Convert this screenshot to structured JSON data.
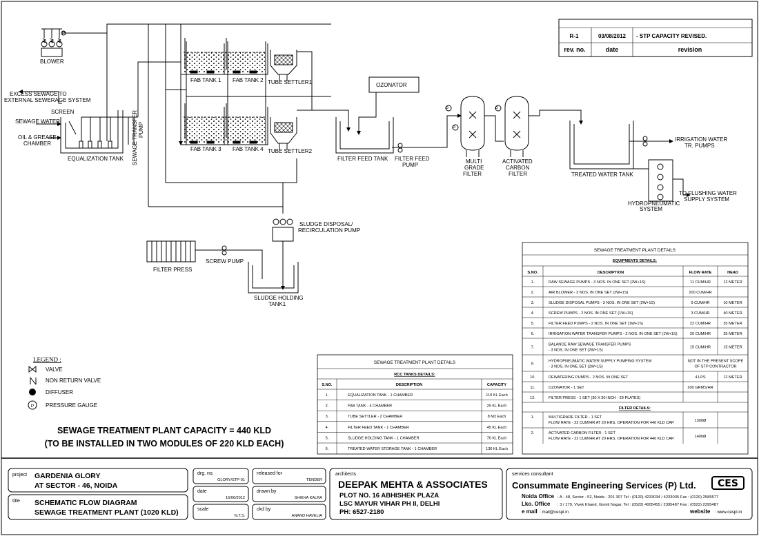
{
  "revision": {
    "rev_no": "R-1",
    "date": "03/08/2012",
    "note": "- STP CAPACITY REVISED.",
    "headers": [
      "rev. no.",
      "date",
      "revision"
    ]
  },
  "diagram_labels": {
    "blower": "BLOWER",
    "excess_sewage": [
      "EXCESS SEWAGE TO",
      "EXTERNAL SEWERAGE SYSTEM"
    ],
    "screen": "SCREEN",
    "sewage_water": "SEWAGE WATER",
    "oil_grease": [
      "OIL & GREASE",
      "CHAMBER"
    ],
    "equalization_tank": "EQUALIZATION TANK",
    "sewage_transfer_pump": [
      "SEWAGE TRANSFER",
      "PUMP"
    ],
    "fab_tank_1": "FAB TANK 1",
    "fab_tank_2": "FAB TANK 2",
    "fab_tank_3": "FAB TANK 3",
    "fab_tank_4": "FAB TANK 4",
    "tube_settler_1": "TUBE SETTLER1",
    "tube_settler_2": "TUBE SETTLER2",
    "ozonator": "OZONATOR",
    "filter_feed_tank": "FILTER FEED TANK",
    "filter_feed_pump": [
      "FILTER FEED",
      "PUMP"
    ],
    "multi_grade_filter": [
      "MULTI",
      "GRADE",
      "FILTER"
    ],
    "activated_carbon_filter": [
      "ACTIVATED",
      "CARBON",
      "FILTER"
    ],
    "treated_water_tank": "TREATED WATER TANK",
    "irrigation_pumps": [
      "IRRIGATION WATER",
      "TR. PUMPS"
    ],
    "flushing_supply": [
      "TO FLUSHING WATER",
      "SUPPLY SYSTEM"
    ],
    "hydropneumatic": [
      "HYDROPNEUMATIC",
      "SYSTEM"
    ],
    "sludge_pump": [
      "SLUDGE DISPOSAL/",
      "RECIRCULATION PUMP"
    ],
    "filter_press": "FILTER PRESS",
    "screw_pump": "SCREW PUMP",
    "sludge_holding": [
      "SLUDGE HOLDING",
      "TANK1"
    ],
    "pump_p": "P"
  },
  "legend": {
    "title": "LEGEND :",
    "items": [
      "VALVE",
      "NON RETURN VALVE",
      "DIFFUSER",
      "PRESSURE GAUGE"
    ]
  },
  "capacity": {
    "line1": "SEWAGE TREATMENT PLANT CAPACITY = 440 KLD",
    "line2": "(TO BE INSTALLED IN TWO MODULES OF 220 KLD EACH)"
  },
  "rcc_table": {
    "title": "SEWAGE TREATMENT PLANT DETAILS",
    "subtitle": "RCC TANKS DETAILS:",
    "headers": [
      "S.NO.",
      "DESCRIPTION",
      "CAPACITY"
    ],
    "rows": [
      [
        "1.",
        "EQUALIZATION TANK - 1 CHAMBER",
        "110 KL Each"
      ],
      [
        "2.",
        "FAB TANK - 4 CHAMBER",
        "25 KL Each"
      ],
      [
        "3.",
        "TUBE SETTLER - 2 CHAMBER",
        "8 M2 Each"
      ],
      [
        "4.",
        "FILTER FEED TANK - 1 CHAMBER",
        "45 KL Each"
      ],
      [
        "5.",
        "SLUDGE HOLDING TANK - 1 CHAMBER",
        "70 KL Each"
      ],
      [
        "6.",
        "TREATED WATER STORAGE TANK - 1 CHAMBER",
        "130 KL Each"
      ]
    ]
  },
  "equip_table": {
    "title": "SEWAGE TREATMENT PLANT DETAILS",
    "subtitle": "EQUIPMENTS DETAILS:",
    "headers": [
      "S.NO.",
      "DESCRIPTION",
      "FLOW RATE",
      "HEAD"
    ],
    "rows": [
      {
        "sno": "1.",
        "desc": [
          "RAW SEWAGE PUMPS - 3 NOS. IN ONE SET (2W+1S)"
        ],
        "flow": [
          "11 CUM/HR"
        ],
        "head": "12 METER"
      },
      {
        "sno": "2.",
        "desc": [
          "AIR BLOWER - 3 NOS. IN ONE SET (2W+1S)"
        ],
        "flow": [
          "200 CUM/HR"
        ],
        "head": ""
      },
      {
        "sno": "3.",
        "desc": [
          "SLUDGE DISPOSAL PUMPS - 3 NOS. IN ONE SET (2W+1S)"
        ],
        "flow": [
          "9 CUM/HR"
        ],
        "head": "10 METER"
      },
      {
        "sno": "4.",
        "desc": [
          "SCREW PUMPS - 2 NOS. IN ONE SET (1W+1S)"
        ],
        "flow": [
          "3 CUM/HR"
        ],
        "head": "40 METER"
      },
      {
        "sno": "5.",
        "desc": [
          "FILTER FEED PUMPS - 2 NOS. IN ONE SET (1W+1S)"
        ],
        "flow": [
          "22 CUM/HR"
        ],
        "head": "35 METER"
      },
      {
        "sno": "6.",
        "desc": [
          "IRRIGATION WATER TRANSFER PUMPS - 2 NOS. IN ONE SET (1W+1S)"
        ],
        "flow": [
          "20 CUM/HR"
        ],
        "head": "35 METER"
      },
      {
        "sno": "7.",
        "desc": [
          "BALANCE RAW SEWAGE TRANSFER PUMPS",
          "- 3 NOS. IN ONE SET (2W+1S)"
        ],
        "flow": [
          "15 CUM/HR"
        ],
        "head": "15 METER"
      },
      {
        "sno": "9.",
        "desc": [
          "HYDROPNEUMATIC WATER SUPPLY PUMPING SYSTEM",
          "- 3 NOS. IN ONE SET (2W+1S)"
        ],
        "flow": [
          "NOT IN THE PRESENT SCOPE",
          "OF STP CONTRACTOR"
        ],
        "head": ""
      },
      {
        "sno": "10.",
        "desc": [
          "DEWATERING PUMPS - 2 NOS. IN ONE SET"
        ],
        "flow": [
          "4 LPS"
        ],
        "head": "12 METER"
      },
      {
        "sno": "11.",
        "desc": [
          "OZONATOR - 1 SET"
        ],
        "flow": [
          "200 GRMS/HR"
        ],
        "head": ""
      },
      {
        "sno": "12.",
        "desc": [
          "FILTER PRESS - 1 SET (30 X 30 INCH - 29 PLATES)"
        ],
        "flow": [
          ""
        ],
        "head": ""
      }
    ],
    "filter_subtitle": "FILTER DETAILS:",
    "filter_rows": [
      {
        "sno": "1.",
        "desc": [
          "MULTIGRADE FILTER - 1 SET",
          "FLOW RATE - 22 CUM/HR AT 20 HRS. OPERATION FOR 440 KLD CAP."
        ],
        "size": "1300Ø"
      },
      {
        "sno": "2.",
        "desc": [
          "ACTIVATED CARBON FILTER - 1 SET",
          "FLOW RATE - 22 CUM/HR AT 20 HRS. OPERATION FOR 440 KLD CAP."
        ],
        "size": "1400Ø"
      }
    ]
  },
  "title_block": {
    "project_label": "project",
    "project_1": "GARDENIA GLORY",
    "project_2": "AT SECTOR - 46, NOIDA",
    "title_label": "title",
    "title_1": "SCHEMATIC FLOW DIAGRAM",
    "title_2": "SEWAGE TREATMENT PLANT (1020 KLD)",
    "drg_no_label": "drg. no.",
    "drg_no": "GLORY/STP-01",
    "date_label": "date",
    "date": "16/06/2012",
    "scale_label": "scale",
    "scale": "N.T.S.",
    "released_label": "released for",
    "released": "TENDER",
    "drawn_label": "drawn by",
    "drawn": "SHIKHA KALRA",
    "ckd_label": "ckd by",
    "ckd": "ANAND HAVELIA",
    "architects_label": "architects",
    "arch_name": "DEEPAK MEHTA & ASSOCIATES",
    "arch_addr_1": "PLOT NO. 16 ABHISHEK PLAZA",
    "arch_addr_2": "LSC MAYUR VIHAR PH II, DELHI",
    "arch_ph": "PH: 6527-2180",
    "services_label": "services consultant",
    "svc_name": "Consummate Engineering Services (P) Ltd.",
    "svc_logo": "CES",
    "noida_label": "Noida Office",
    "noida_addr": ": A - 48, Sector - 52, Noida - 201 307   Tel : (0120) 4233034 / 4233035  Fax : (0120) 2585577",
    "lko_label": "Lko.  Office",
    "lko_addr": ": 3 / 179, Vivek Khand, Gomti Nagar,  Tel : (0522) 4005455 / 2395487  Fax : (0522) 2395487",
    "email_label": "e mail",
    "email": ": mail@cespl.in",
    "website_label": "website",
    "website": ": www.cespl.in"
  }
}
